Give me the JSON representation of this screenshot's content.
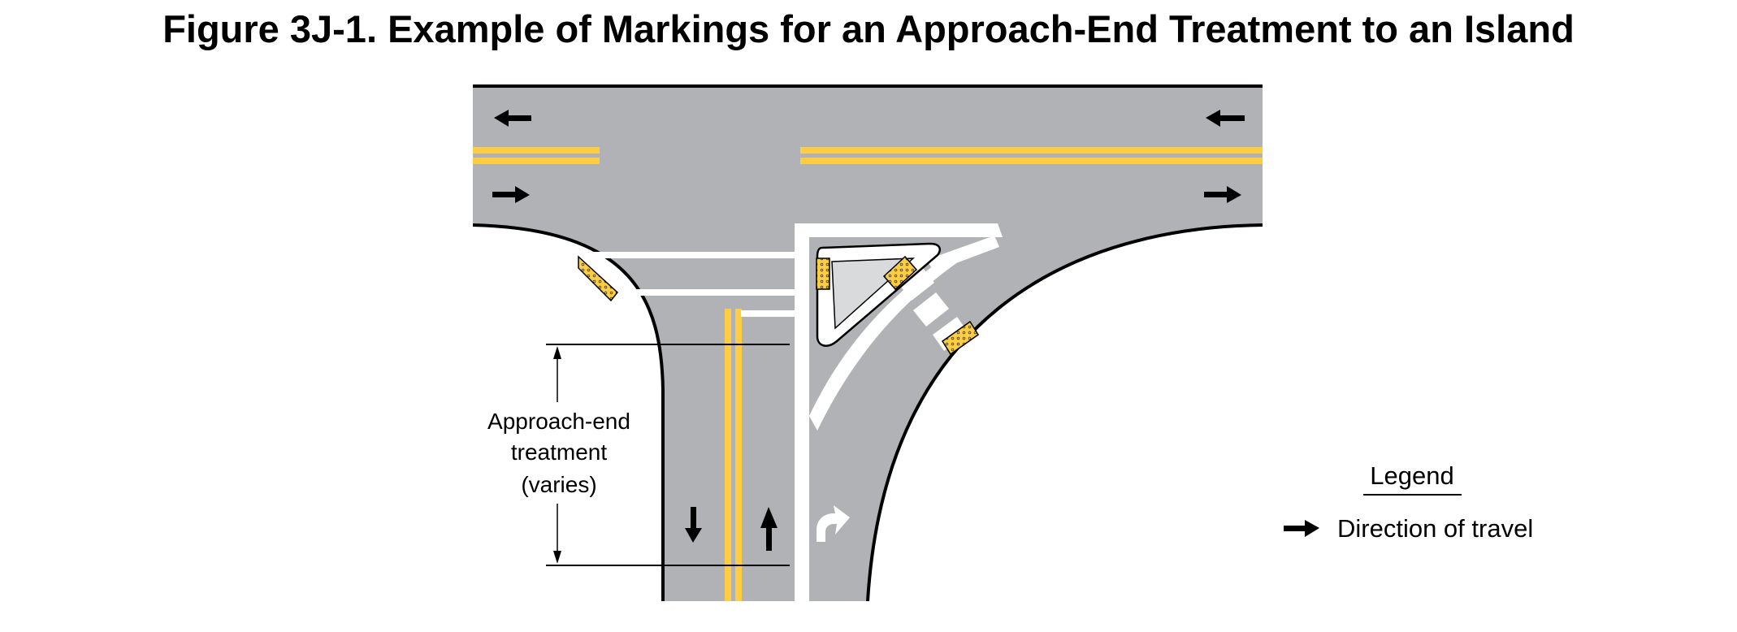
{
  "figure": {
    "title": "Figure 3J-1.  Example of Markings for an Approach-End Treatment to an Island"
  },
  "annotation": {
    "line1": "Approach-end",
    "line2": "treatment",
    "line3": "(varies)"
  },
  "legend": {
    "heading": "Legend",
    "items": [
      {
        "icon": "arrow-right-icon",
        "label": "Direction of travel"
      }
    ]
  },
  "colors": {
    "pavement": "#b1b2b5",
    "yellow_line": "#ffcd41",
    "white_marking": "#ffffff",
    "island_fill": "#d9dadc",
    "curb": "#000000",
    "background": "#ffffff"
  }
}
